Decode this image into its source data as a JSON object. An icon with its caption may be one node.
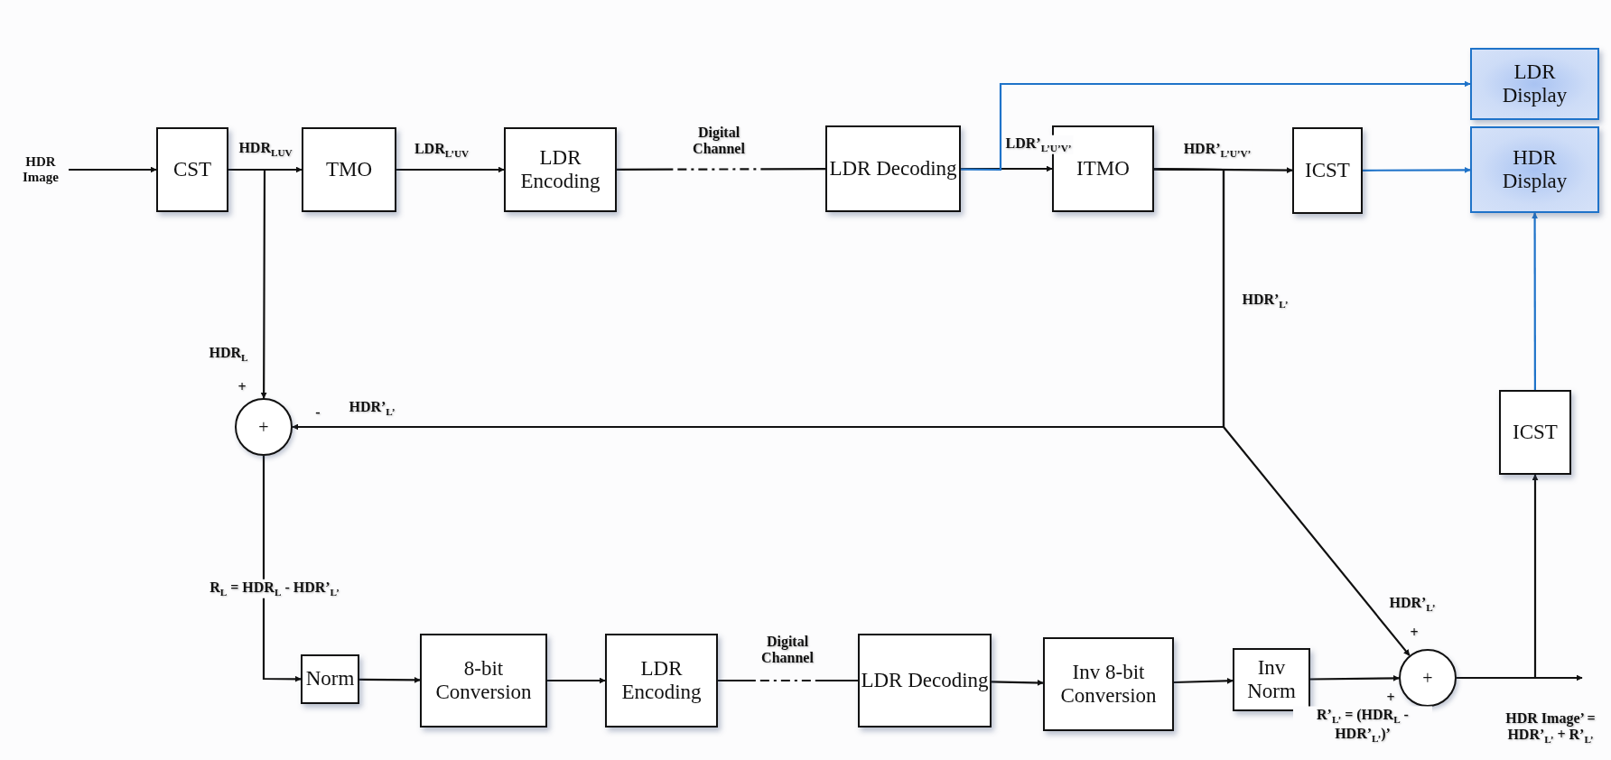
{
  "diagram": {
    "nodes": [
      {
        "text": [
          "HDR Image"
        ]
      },
      {
        "text": [
          "CST"
        ]
      },
      {
        "text": [
          "TMO"
        ]
      },
      {
        "text": [
          "LDR Encoding"
        ]
      },
      {
        "text": [
          "LDR Decoding"
        ]
      },
      {
        "text": [
          "ITMO"
        ]
      },
      {
        "text": [
          "ICST"
        ]
      },
      {
        "text": [
          "LDR Display"
        ]
      },
      {
        "text": [
          "HDR Display"
        ]
      },
      {
        "text": [
          "+"
        ]
      },
      {
        "text": [
          "ICST"
        ]
      },
      {
        "text": [
          "Norm"
        ]
      },
      {
        "text": [
          "8-bit Conversion"
        ]
      },
      {
        "text": [
          "LDR Encoding"
        ]
      },
      {
        "text": [
          "LDR Decoding"
        ]
      },
      {
        "text": [
          "Inv 8-bit Conversion"
        ]
      },
      {
        "text": [
          "Inv Norm"
        ]
      },
      {
        "text": [
          "+"
        ]
      }
    ],
    "edges": [
      {
        "from": 0,
        "to": 1,
        "arrow": "to"
      },
      {
        "from": 1,
        "to": 2,
        "arrow": "to",
        "label": "HDR$_{LUV}$"
      },
      {
        "from": 1,
        "to": 9,
        "arrow": "to",
        "label": "HDR$_{L}$"
      },
      {
        "from": 2,
        "to": 3,
        "arrow": "to",
        "label": "LDR$_{L’UV}$"
      },
      {
        "from": 3,
        "to": 4,
        "arrow": "none",
        "label": "Digital Channel",
        "style": "dashed"
      },
      {
        "from": 4,
        "to": 5,
        "arrow": "to",
        "label": "LDR’$_{L’U’V’}$"
      },
      {
        "from": 4,
        "to": 7,
        "arrow": "to",
        "color": "#1f73c9"
      },
      {
        "from": 5,
        "to": 6,
        "arrow": "to",
        "label": "HDR’$_{L’U’V’}$"
      },
      {
        "from": 5,
        "to": 9,
        "arrow": "to",
        "label": "HDR’$_{L’}$"
      },
      {
        "from": 5,
        "to": 17,
        "arrow": "to",
        "label": "HDR’$_{L’}$"
      },
      {
        "from": 6,
        "to": 8,
        "arrow": "to",
        "color": "#1f73c9"
      },
      {
        "from": 9,
        "to": 11,
        "arrow": "to",
        "label": "R$_{L}$ = HDR$_{L}$ - HDR’$_{L’}$"
      },
      {
        "from": 11,
        "to": 12,
        "arrow": "to"
      },
      {
        "from": 12,
        "to": 13,
        "arrow": "to"
      },
      {
        "from": 13,
        "to": 14,
        "arrow": "none",
        "label": "Digital Channel",
        "style": "dashed"
      },
      {
        "from": 14,
        "to": 15,
        "arrow": "to"
      },
      {
        "from": 15,
        "to": 16,
        "arrow": "to"
      },
      {
        "from": 16,
        "to": 17,
        "arrow": "to",
        "label": "R’$_{L’}$ = (HDR$_{L}$ - HDR’$_{L’}$)’"
      },
      {
        "from": 17,
        "to": 10,
        "arrow": "to"
      },
      {
        "from": 17,
        "to": null,
        "arrow": "to"
      },
      {
        "from": 10,
        "to": 8,
        "arrow": "to",
        "color": "#1f73c9"
      }
    ],
    "labels": [
      "HDR’$_{L’}$",
      "+",
      "-",
      "+",
      "+",
      "HDR Image’ = HDR’$_{L’}$ + R’$_{L’}$"
    ]
  }
}
